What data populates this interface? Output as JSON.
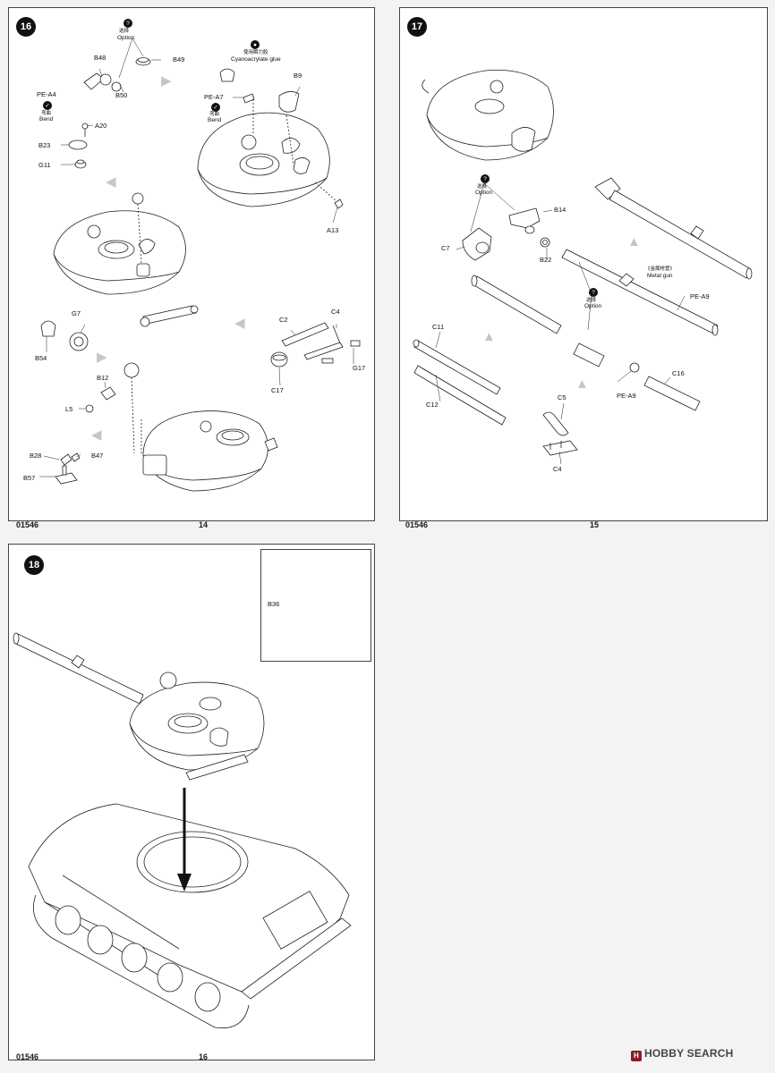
{
  "page14": {
    "step": "16",
    "code": "01546",
    "number": "14",
    "labels": {
      "b48": "B48",
      "b49": "B49",
      "b50": "B50",
      "pea4": "PE-A4",
      "a20": "A20",
      "b23": "B23",
      "g11": "G11",
      "pea7": "PE-A7",
      "b9": "B9",
      "a13": "A13",
      "g7": "G7",
      "b54": "B54",
      "c2": "C2",
      "c4": "C4",
      "g17": "G17",
      "c17": "C17",
      "b12": "B12",
      "l5": "L5",
      "b28": "B28",
      "b47": "B47",
      "b57": "B57"
    },
    "notes": {
      "option_cn": "选择",
      "option": "Option",
      "bend1_cn": "弯曲",
      "bend1": "Bend",
      "glue_cn": "使用瞬力胶",
      "glue": "Cyanoacrylate glue",
      "bend2_cn": "弯曲",
      "bend2": "Bend"
    }
  },
  "page15": {
    "step": "17",
    "code": "01546",
    "number": "15",
    "labels": {
      "b14": "B14",
      "c7": "C7",
      "b22": "B22",
      "pea9_top": "PE-A9",
      "c11": "C11",
      "c12": "C12",
      "pea9_bot": "PE-A9",
      "c16": "C16",
      "c5": "C5",
      "c4": "C4"
    },
    "notes": {
      "option1_cn": "选择",
      "option1": "Option",
      "metal_cn": "《金属枪管》",
      "metal": "Metal gun",
      "option2_cn": "选择",
      "option2": "Option"
    }
  },
  "page16": {
    "step": "18",
    "code": "01546",
    "number": "16",
    "labels": {
      "b36": "B36"
    }
  },
  "watermark": {
    "logo": "H",
    "text": "HOBBY SEARCH"
  },
  "icons": {
    "option_badge": "info-icon",
    "bend_badge": "check-icon",
    "glue_badge": "glue-drop-icon",
    "assembly_arrow": "assembly-arrow-icon"
  }
}
